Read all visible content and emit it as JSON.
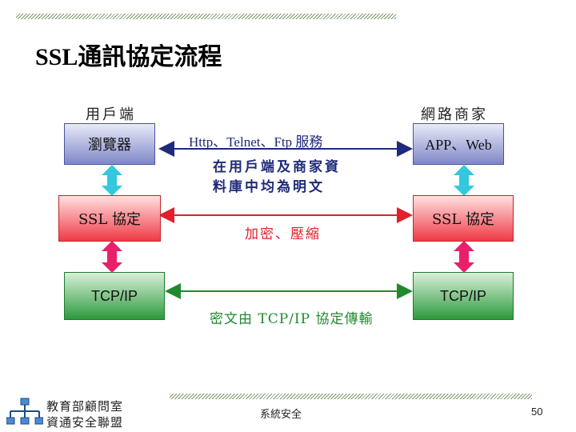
{
  "slide": {
    "title": "SSL通訊協定流程",
    "page_number": "50",
    "footer_center": "系統安全",
    "footer_org": [
      "教育部顧問室",
      "資通安全聯盟"
    ]
  },
  "diagram": {
    "left_label": "用戶端",
    "right_label": "網路商家",
    "layers": [
      {
        "left": "瀏覽器",
        "right": "APP、Web",
        "color": "#7f88c8",
        "arrow_text": [
          "Http、Telnet、Ftp 服務"
        ],
        "note": [
          "在用戶端及商家資",
          "料庫中均為明文"
        ],
        "arrow_color": "#1f2a7a"
      },
      {
        "left": "SSL 協定",
        "right": "SSL 協定",
        "color": "#f03a46",
        "arrow_text": [
          "加密、壓縮"
        ],
        "arrow_color": "#e0202a"
      },
      {
        "left": "TCP/IP",
        "right": "TCP/IP",
        "color": "#2e9a3e",
        "arrow_text": [
          "密文由 TCP/IP 協定傳輸"
        ],
        "arrow_color": "#1e8a2e"
      }
    ],
    "vertical_arrow_colors": [
      "#33c8e0",
      "#e8206a"
    ]
  }
}
